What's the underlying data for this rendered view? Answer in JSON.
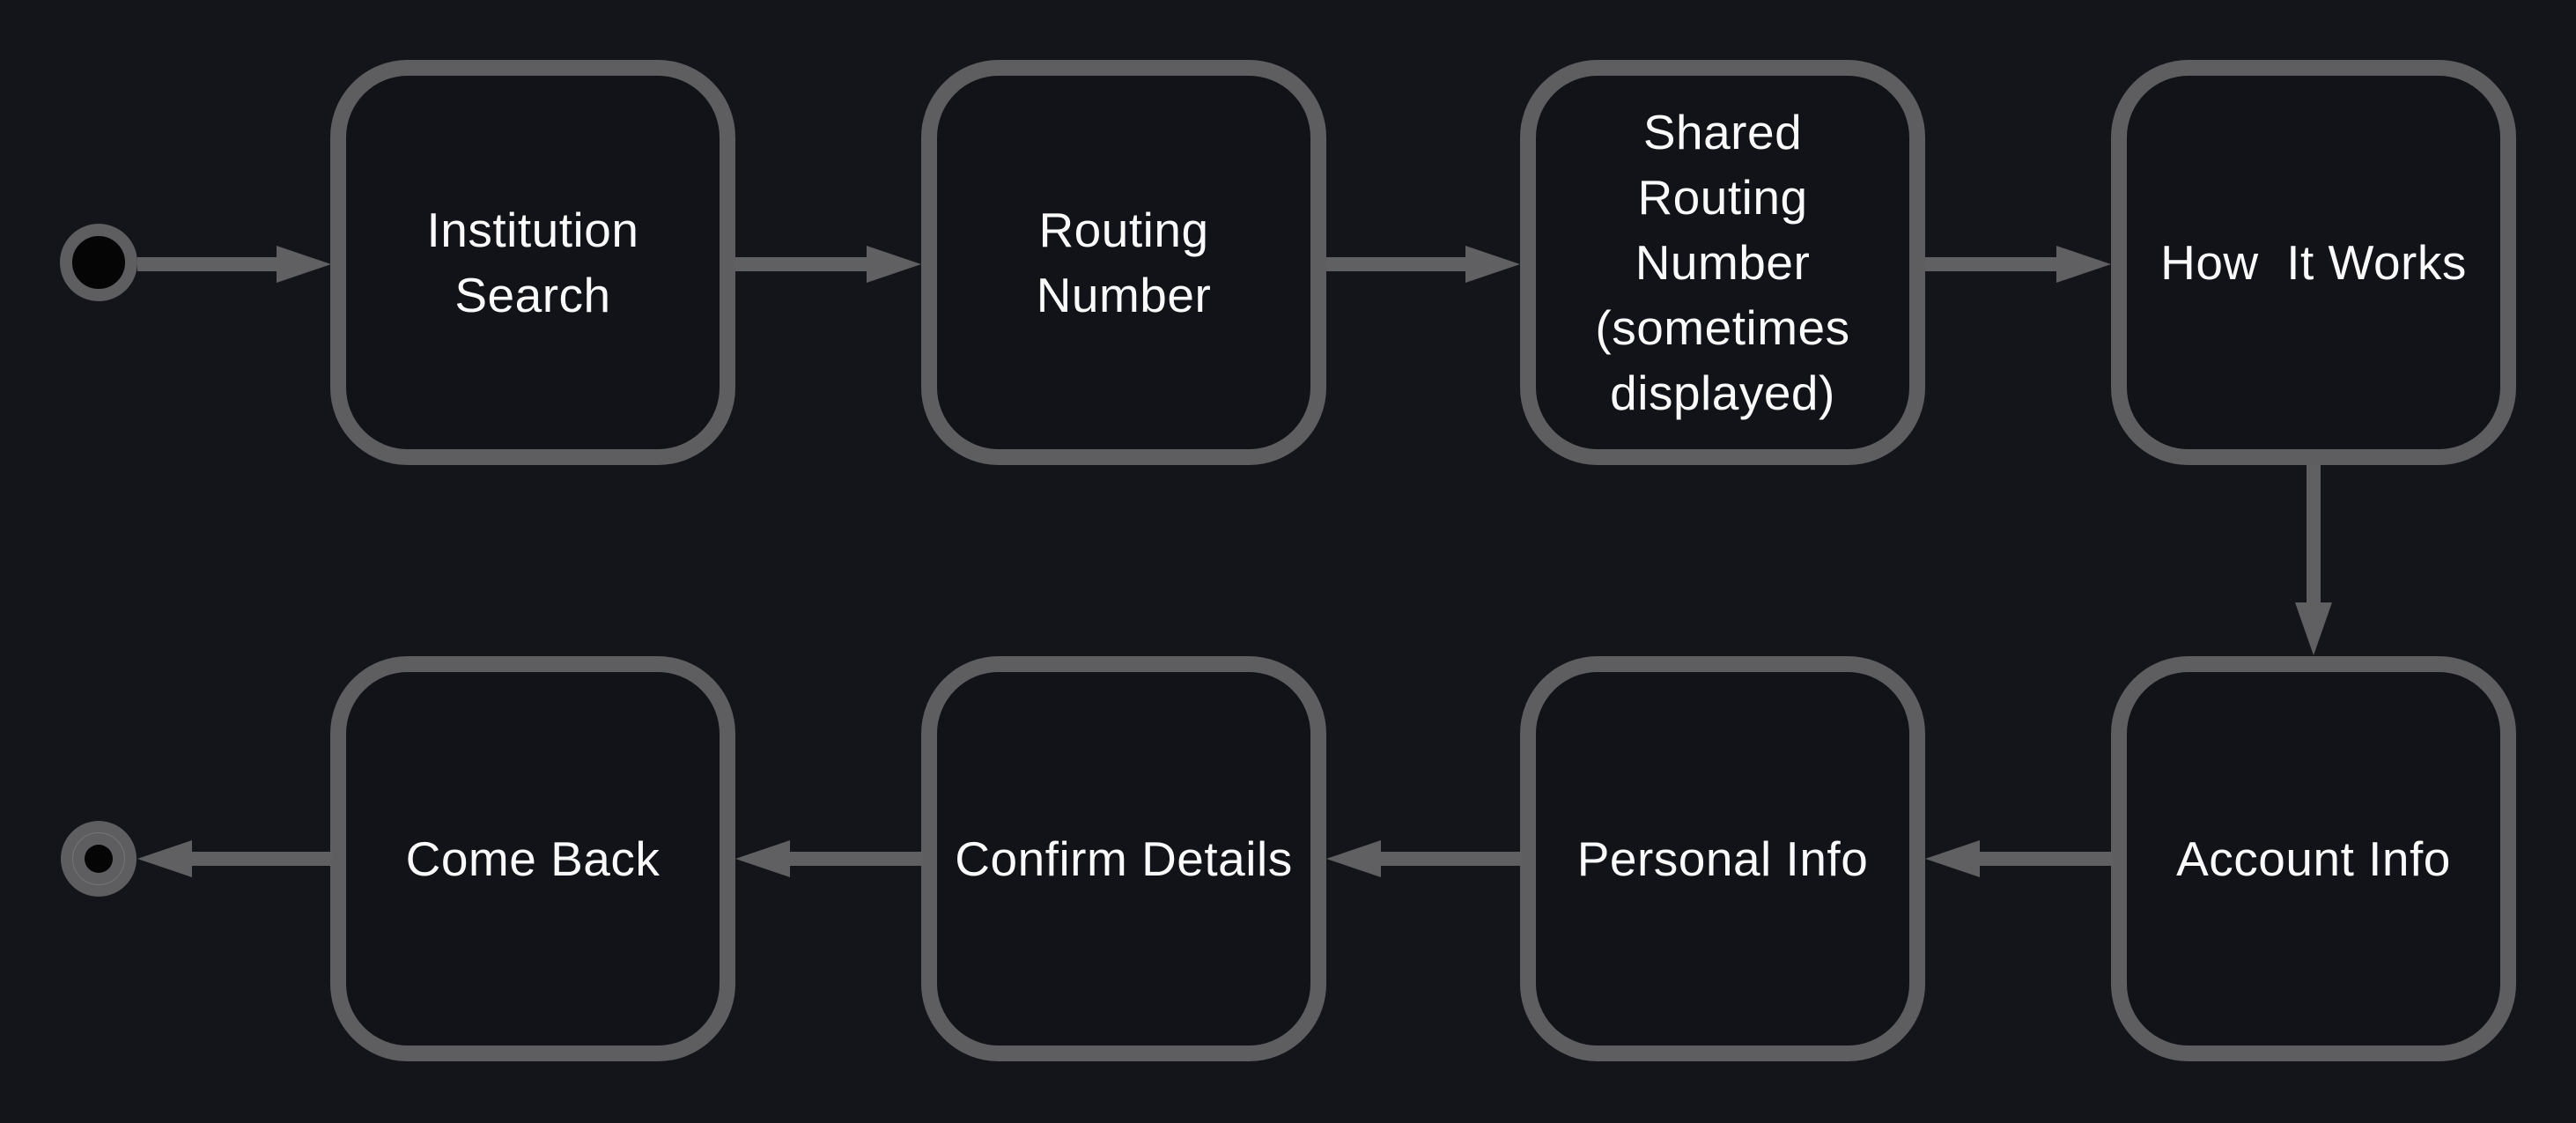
{
  "diagram": {
    "title": "Bank linking flow state diagram",
    "nodes": [
      {
        "id": "start",
        "kind": "initial-state"
      },
      {
        "id": "institution-search",
        "kind": "state",
        "label": "Institution\nSearch"
      },
      {
        "id": "routing-number",
        "kind": "state",
        "label": "Routing\nNumber"
      },
      {
        "id": "shared-routing-number",
        "kind": "state",
        "label": "Shared\nRouting\nNumber\n(sometimes\ndisplayed)"
      },
      {
        "id": "how-it-works",
        "kind": "state",
        "label": "How  It Works"
      },
      {
        "id": "account-info",
        "kind": "state",
        "label": "Account Info"
      },
      {
        "id": "personal-info",
        "kind": "state",
        "label": "Personal Info"
      },
      {
        "id": "confirm-details",
        "kind": "state",
        "label": "Confirm Details"
      },
      {
        "id": "come-back",
        "kind": "state",
        "label": "Come Back"
      },
      {
        "id": "end",
        "kind": "final-state"
      }
    ],
    "edges": [
      {
        "from": "start",
        "to": "institution-search",
        "direction": "right"
      },
      {
        "from": "institution-search",
        "to": "routing-number",
        "direction": "right"
      },
      {
        "from": "routing-number",
        "to": "shared-routing-number",
        "direction": "right"
      },
      {
        "from": "shared-routing-number",
        "to": "how-it-works",
        "direction": "right"
      },
      {
        "from": "how-it-works",
        "to": "account-info",
        "direction": "down"
      },
      {
        "from": "account-info",
        "to": "personal-info",
        "direction": "left"
      },
      {
        "from": "personal-info",
        "to": "confirm-details",
        "direction": "left"
      },
      {
        "from": "confirm-details",
        "to": "come-back",
        "direction": "left"
      },
      {
        "from": "come-back",
        "to": "end",
        "direction": "left"
      }
    ]
  },
  "colors": {
    "background": "#14151a",
    "stroke": "#5e5e61",
    "arrow": "#606063",
    "text": "#fafafa",
    "node_fill": "#121318",
    "black": "#050506"
  }
}
